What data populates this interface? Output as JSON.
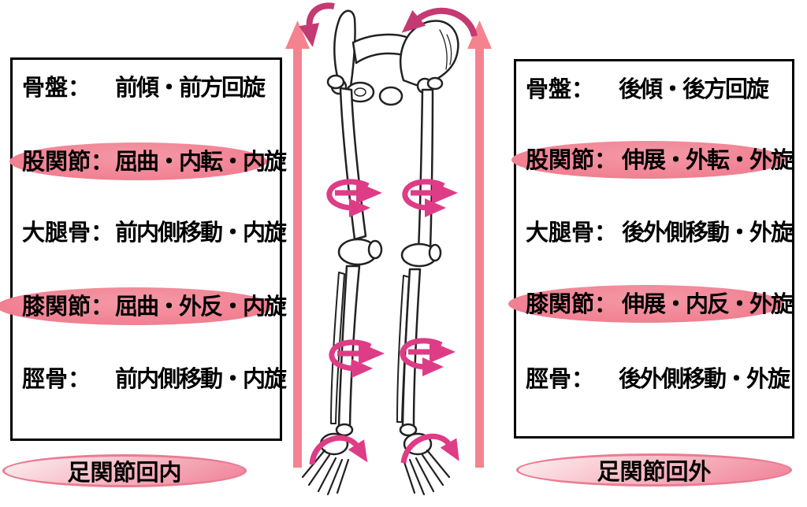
{
  "left_panel": {
    "rows": [
      {
        "label": "骨盤：",
        "value": "前傾・前方回旋",
        "highlighted": false
      },
      {
        "label": "股関節：",
        "value": "屈曲・内転・内旋",
        "highlighted": true
      },
      {
        "label": "大腿骨：",
        "value": "前内側移動・内旋",
        "highlighted": false
      },
      {
        "label": "膝関節：",
        "value": "屈曲・外反・内旋",
        "highlighted": true
      },
      {
        "label": "脛骨：",
        "value": "前内側移動・内旋",
        "highlighted": false
      }
    ],
    "footer_label": "足関節回内"
  },
  "right_panel": {
    "rows": [
      {
        "label": "骨盤：",
        "value": "後傾・後方回旋",
        "highlighted": false
      },
      {
        "label": "股関節：",
        "value": "伸展・外転・外旋",
        "highlighted": true
      },
      {
        "label": "大腿骨：",
        "value": "後外側移動・外旋",
        "highlighted": false
      },
      {
        "label": "膝関節：",
        "value": "伸展・内反・外旋",
        "highlighted": true
      },
      {
        "label": "脛骨：",
        "value": "後外側移動・外旋",
        "highlighted": false
      }
    ],
    "footer_label": "足関節回外"
  },
  "illustration": {
    "subject": "両下肢骨格（骨盤・大腿骨・脛骨・足）線画",
    "icons": [
      "upward-arrow-left",
      "upward-arrow-right",
      "pelvis-curl-arrow-left",
      "pelvis-curl-arrow-right",
      "femur-rotation-arrow-left",
      "femur-rotation-arrow-right",
      "tibia-rotation-arrow-left",
      "tibia-rotation-arrow-right",
      "foot-arc-arrow-left",
      "foot-arc-arrow-right"
    ]
  },
  "colors": {
    "background": "#ffffff",
    "text": "#000000",
    "box_border": "#000000",
    "highlight_ellipse": "#f0808f",
    "footer_ellipse_border": "#ea7b91",
    "footer_ellipse_light": "#fdf1f2",
    "footer_ellipse_dark": "#ef8095",
    "vertical_arrow_pink": "#f5838f",
    "rotation_arrow_magenta": "#de3c86",
    "curl_arrow_magenta": "#c43a72"
  }
}
